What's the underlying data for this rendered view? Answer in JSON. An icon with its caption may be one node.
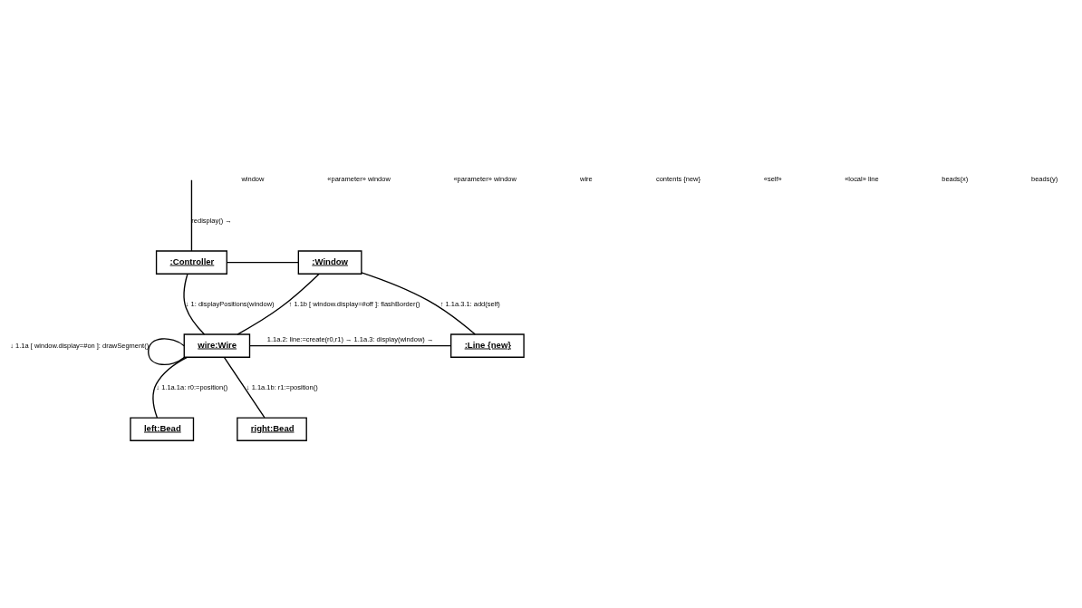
{
  "diagram": {
    "nodes": [
      {
        "text": [
          ":Controller"
        ]
      },
      {
        "text": [
          ":Window"
        ]
      },
      {
        "text": [
          "wire:Wire"
        ]
      },
      {
        "text": [
          ":Line {new}"
        ]
      },
      {
        "text": [
          "left:Bead"
        ]
      },
      {
        "text": [
          "right:Bead"
        ]
      }
    ],
    "edges": [
      {
        "from": null,
        "to": 0,
        "arrow": "none",
        "label": "redisplay() →"
      },
      {
        "from": 0,
        "to": 1,
        "arrow": "none"
      },
      {
        "from": 0,
        "to": 2,
        "arrow": "none",
        "label": "↓ 1: displayPositions(window)"
      },
      {
        "from": 1,
        "to": 2,
        "arrow": "none",
        "label": "↑ 1.1b [ window.display=#off ]: flashBorder()"
      },
      {
        "from": 1,
        "to": 3,
        "arrow": "none",
        "label": "↑ 1.1a.3.1: add(self)"
      },
      {
        "from": 2,
        "to": 2,
        "arrow": "none",
        "label": "↓ 1.1a [ window.display=#on ]: drawSegment()"
      },
      {
        "from": 2,
        "to": 3,
        "arrow": "none",
        "label": "1.1a.2: line:=create(r0,r1) → 1.1a.3: display(window) →"
      },
      {
        "from": 2,
        "to": 4,
        "arrow": "none",
        "label": "↓ 1.1a.1a: r0:=position()"
      },
      {
        "from": 2,
        "to": 5,
        "arrow": "none",
        "label": "↓ 1.1a.1b: r1:=position()"
      }
    ],
    "labels": [
      "window",
      "«parameter» window",
      "«parameter» window",
      "wire",
      "contents {new}",
      "«self»",
      "«local» line",
      "beads(x)",
      "beads(y)"
    ]
  }
}
